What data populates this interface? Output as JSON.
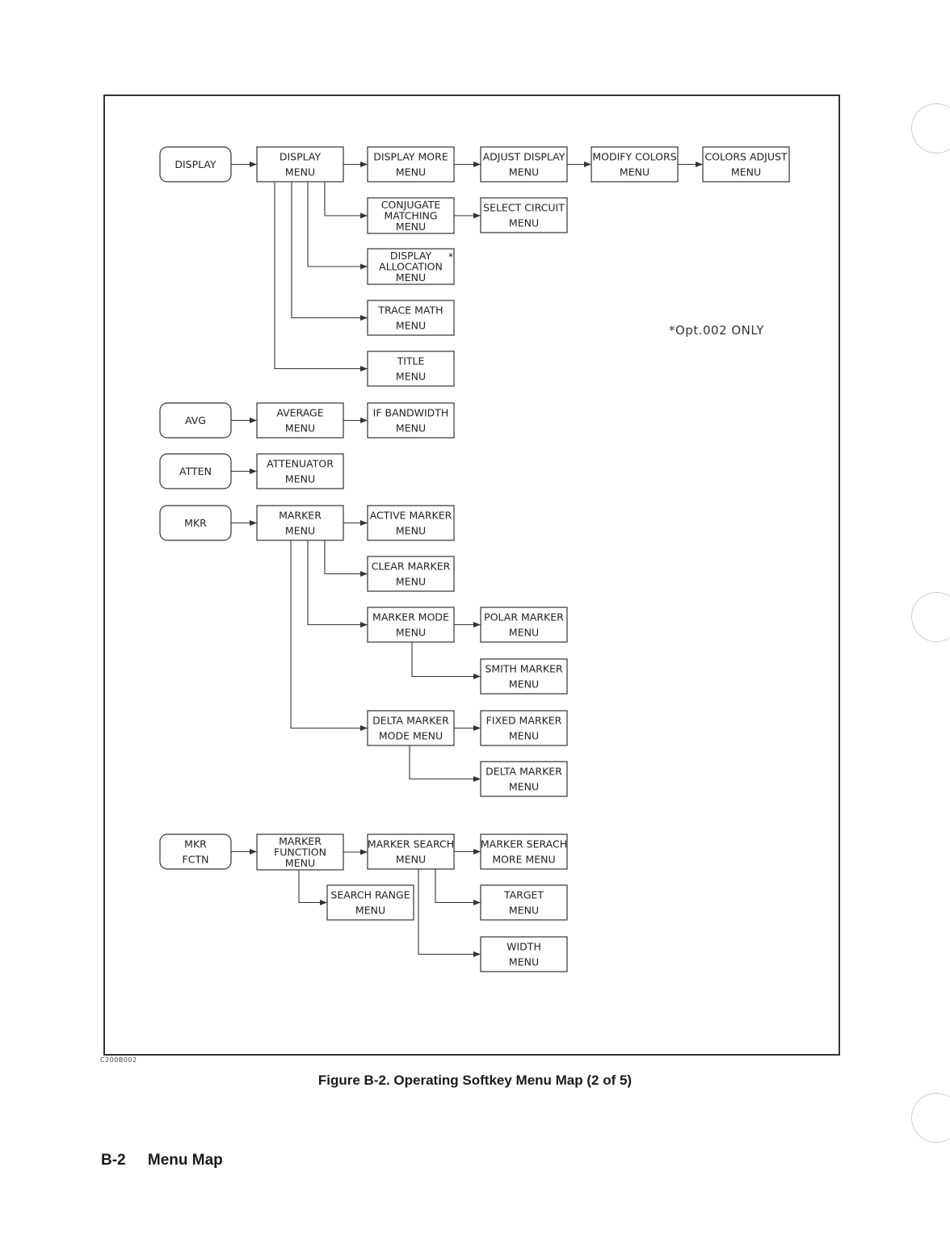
{
  "figure": {
    "caption": "Figure B-2. Operating Softkey Menu Map (2 of 5)",
    "figure_id": "C200B002",
    "note": "*Opt.002 ONLY"
  },
  "footer": {
    "page": "B-2",
    "section": "Menu Map"
  },
  "diagram": {
    "nodes": [
      {
        "id": "display",
        "type": "key",
        "lines": [
          "DISPLAY"
        ],
        "col": 0,
        "row": 0
      },
      {
        "id": "display_menu",
        "type": "menu",
        "lines": [
          "DISPLAY",
          "MENU"
        ],
        "col": 1,
        "row": 0
      },
      {
        "id": "display_more",
        "type": "menu",
        "lines": [
          "DISPLAY MORE",
          "MENU"
        ],
        "col": 2,
        "row": 0
      },
      {
        "id": "adjust_display",
        "type": "menu",
        "lines": [
          "ADJUST DISPLAY",
          "MENU"
        ],
        "col": 3,
        "row": 0
      },
      {
        "id": "modify_colors",
        "type": "menu",
        "lines": [
          "MODIFY COLORS",
          "MENU"
        ],
        "col": 4,
        "row": 0
      },
      {
        "id": "colors_adjust",
        "type": "menu",
        "lines": [
          "COLORS ADJUST",
          "MENU"
        ],
        "col": 5,
        "row": 0
      },
      {
        "id": "conjugate_matching",
        "type": "menu",
        "lines": [
          "CONJUGATE",
          "MATCHING",
          "MENU"
        ],
        "col": 2,
        "row": 1
      },
      {
        "id": "select_circuit",
        "type": "menu",
        "lines": [
          "SELECT CIRCUIT",
          "MENU"
        ],
        "col": 3,
        "row": 1
      },
      {
        "id": "display_allocation",
        "type": "menu",
        "lines": [
          "DISPLAY",
          "ALLOCATION",
          "MENU"
        ],
        "col": 2,
        "row": 2,
        "flag": "*"
      },
      {
        "id": "trace_math",
        "type": "menu",
        "lines": [
          "TRACE MATH",
          "MENU"
        ],
        "col": 2,
        "row": 3
      },
      {
        "id": "title",
        "type": "menu",
        "lines": [
          "TITLE",
          "MENU"
        ],
        "col": 2,
        "row": 4
      },
      {
        "id": "avg",
        "type": "key",
        "lines": [
          "AVG"
        ],
        "col": 0,
        "row": 5
      },
      {
        "id": "average_menu",
        "type": "menu",
        "lines": [
          "AVERAGE",
          "MENU"
        ],
        "col": 1,
        "row": 5
      },
      {
        "id": "if_bandwidth",
        "type": "menu",
        "lines": [
          "IF BANDWIDTH",
          "MENU"
        ],
        "col": 2,
        "row": 5
      },
      {
        "id": "atten",
        "type": "key",
        "lines": [
          "ATTEN"
        ],
        "col": 0,
        "row": 6
      },
      {
        "id": "attenuator_menu",
        "type": "menu",
        "lines": [
          "ATTENUATOR",
          "MENU"
        ],
        "col": 1,
        "row": 6
      },
      {
        "id": "mkr",
        "type": "key",
        "lines": [
          "MKR"
        ],
        "col": 0,
        "row": 7
      },
      {
        "id": "marker_menu",
        "type": "menu",
        "lines": [
          "MARKER",
          "MENU"
        ],
        "col": 1,
        "row": 7
      },
      {
        "id": "active_marker",
        "type": "menu",
        "lines": [
          "ACTIVE MARKER",
          "MENU"
        ],
        "col": 2,
        "row": 7
      },
      {
        "id": "clear_marker",
        "type": "menu",
        "lines": [
          "CLEAR MARKER",
          "MENU"
        ],
        "col": 2,
        "row": 8
      },
      {
        "id": "marker_mode",
        "type": "menu",
        "lines": [
          "MARKER MODE",
          "MENU"
        ],
        "col": 2,
        "row": 9
      },
      {
        "id": "polar_marker",
        "type": "menu",
        "lines": [
          "POLAR MARKER",
          "MENU"
        ],
        "col": 3,
        "row": 9
      },
      {
        "id": "smith_marker",
        "type": "menu",
        "lines": [
          "SMITH MARKER",
          "MENU"
        ],
        "col": 3,
        "row": 10
      },
      {
        "id": "delta_marker_mode",
        "type": "menu",
        "lines": [
          "DELTA MARKER",
          "MODE MENU"
        ],
        "col": 2,
        "row": 11
      },
      {
        "id": "fixed_marker",
        "type": "menu",
        "lines": [
          "FIXED MARKER",
          "MENU"
        ],
        "col": 3,
        "row": 11
      },
      {
        "id": "delta_marker",
        "type": "menu",
        "lines": [
          "DELTA MARKER",
          "MENU"
        ],
        "col": 3,
        "row": 12
      },
      {
        "id": "mkr_fctn",
        "type": "key",
        "lines": [
          "MKR",
          "FCTN"
        ],
        "col": 0,
        "row": 13
      },
      {
        "id": "marker_function",
        "type": "menu",
        "lines": [
          "MARKER",
          "FUNCTION",
          "MENU"
        ],
        "col": 1,
        "row": 13
      },
      {
        "id": "marker_search",
        "type": "menu",
        "lines": [
          "MARKER SEARCH",
          "MENU"
        ],
        "col": 2,
        "row": 13
      },
      {
        "id": "marker_search_more",
        "type": "menu",
        "lines": [
          "MARKER SERACH",
          "MORE MENU"
        ],
        "col": 3,
        "row": 13
      },
      {
        "id": "search_range",
        "type": "menu",
        "lines": [
          "SEARCH RANGE",
          "MENU"
        ],
        "col": 1.5,
        "row": 14
      },
      {
        "id": "target",
        "type": "menu",
        "lines": [
          "TARGET",
          "MENU"
        ],
        "col": 3,
        "row": 14
      },
      {
        "id": "width",
        "type": "menu",
        "lines": [
          "WIDTH",
          "MENU"
        ],
        "col": 3,
        "row": 15
      }
    ],
    "edges": [
      [
        "display",
        "display_menu"
      ],
      [
        "display_menu",
        "display_more"
      ],
      [
        "display_more",
        "adjust_display"
      ],
      [
        "adjust_display",
        "modify_colors"
      ],
      [
        "modify_colors",
        "colors_adjust"
      ],
      [
        "display_menu",
        "conjugate_matching"
      ],
      [
        "conjugate_matching",
        "select_circuit"
      ],
      [
        "display_menu",
        "display_allocation"
      ],
      [
        "display_menu",
        "trace_math"
      ],
      [
        "display_menu",
        "title"
      ],
      [
        "avg",
        "average_menu"
      ],
      [
        "average_menu",
        "if_bandwidth"
      ],
      [
        "atten",
        "attenuator_menu"
      ],
      [
        "mkr",
        "marker_menu"
      ],
      [
        "marker_menu",
        "active_marker"
      ],
      [
        "marker_menu",
        "clear_marker"
      ],
      [
        "marker_menu",
        "marker_mode"
      ],
      [
        "marker_mode",
        "polar_marker"
      ],
      [
        "marker_mode",
        "smith_marker"
      ],
      [
        "marker_menu",
        "delta_marker_mode"
      ],
      [
        "delta_marker_mode",
        "fixed_marker"
      ],
      [
        "delta_marker_mode",
        "delta_marker"
      ],
      [
        "mkr_fctn",
        "marker_function"
      ],
      [
        "marker_function",
        "marker_search"
      ],
      [
        "marker_search",
        "marker_search_more"
      ],
      [
        "marker_function",
        "search_range"
      ],
      [
        "marker_search",
        "target"
      ],
      [
        "marker_search",
        "width"
      ]
    ]
  }
}
